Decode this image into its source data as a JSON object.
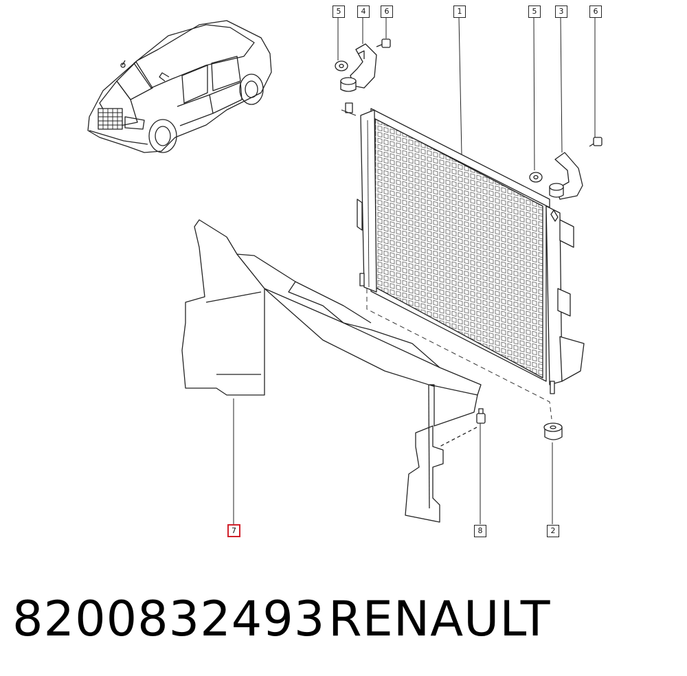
{
  "diagram": {
    "callouts": [
      {
        "id": "c5a",
        "label": "5"
      },
      {
        "id": "c4",
        "label": "4"
      },
      {
        "id": "c6a",
        "label": "6"
      },
      {
        "id": "c1",
        "label": "1"
      },
      {
        "id": "c5b",
        "label": "5"
      },
      {
        "id": "c3",
        "label": "3"
      },
      {
        "id": "c6b",
        "label": "6"
      },
      {
        "id": "c7",
        "label": "7"
      },
      {
        "id": "c8",
        "label": "8"
      },
      {
        "id": "c2",
        "label": "2"
      }
    ],
    "highlighted_part": "7",
    "highlight_color": "#d0202a",
    "line_color": "#222222"
  },
  "caption": {
    "part_number": "8200832493",
    "brand": "RENAULT"
  }
}
